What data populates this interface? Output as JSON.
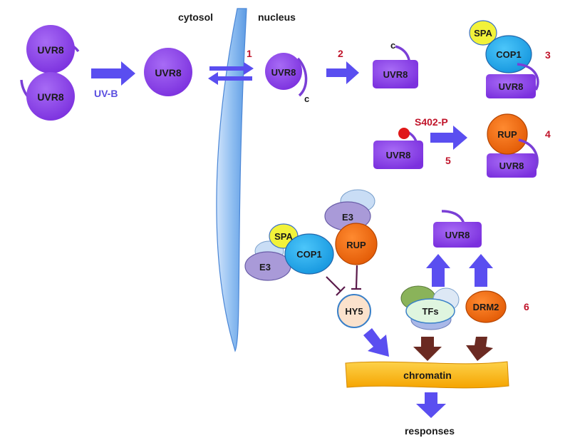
{
  "regions": {
    "cytosol": "cytosol",
    "nucleus": "nucleus"
  },
  "steps": {
    "s1": "1",
    "s2": "2",
    "s3": "3",
    "s4": "4",
    "s5": "5",
    "s6": "6"
  },
  "stimulus": "UV-B",
  "proteins": {
    "uvr8": "UVR8",
    "cop1": "COP1",
    "spa": "SPA",
    "rup": "RUP",
    "e3": "E3",
    "hy5": "HY5",
    "tfs": "TFs",
    "drm2": "DRM2"
  },
  "terminus": "c",
  "phospho_site": "S402-P",
  "chromatin": "chromatin",
  "responses": "responses",
  "colors": {
    "uvr8": "#8b3fe8",
    "arrow": "#5a4ef0",
    "cop1": "#2bb0f0",
    "spa": "#f2f23a",
    "rup": "#f06a10",
    "e3": "#a99ad8",
    "hy5": "#fbe2cc",
    "tfs": "#dff5df",
    "chromatin": "#f9b300",
    "membrane": "#7ab2ee",
    "step_label": "#c0142a",
    "phospho": "#e01818",
    "brown_arrow": "#6b2a22",
    "inhibit": "#5a1a4a"
  }
}
